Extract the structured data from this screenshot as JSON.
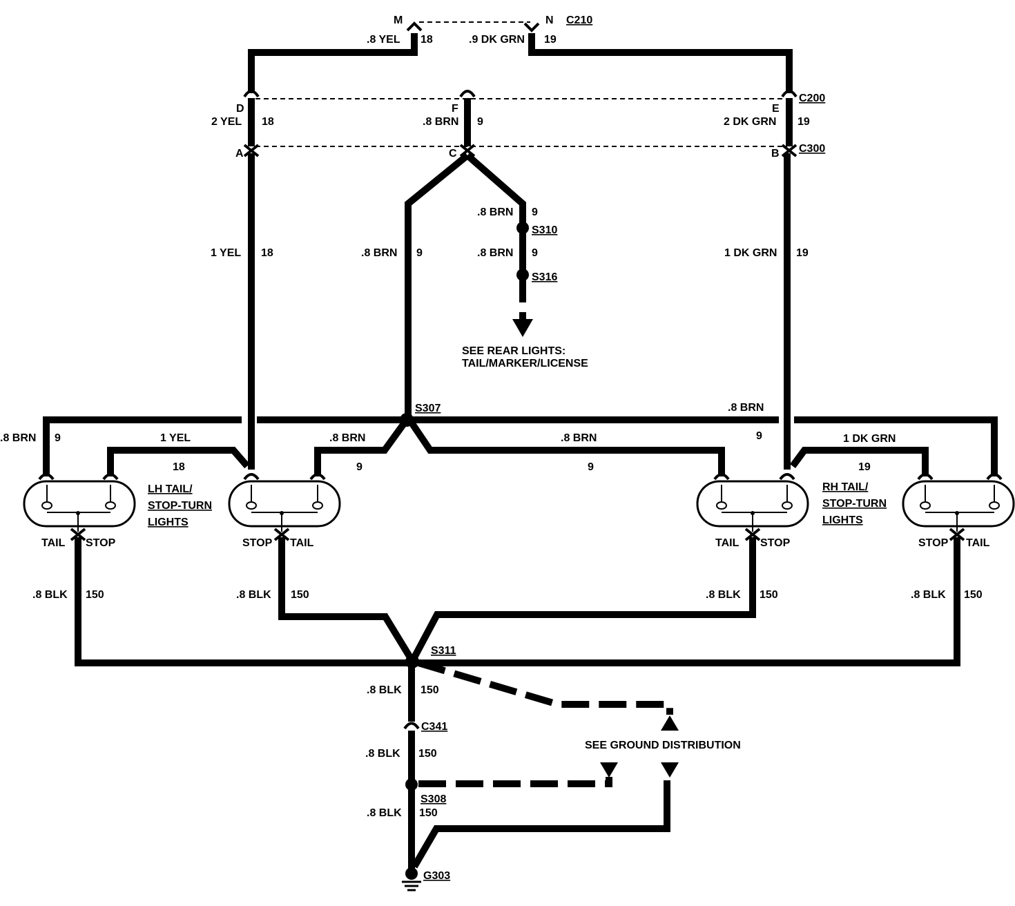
{
  "connectors": {
    "c210": "C210",
    "c200": "C200",
    "c300": "C300",
    "c341": "C341",
    "pin_m": "M",
    "pin_n": "N",
    "pin_d": "D",
    "pin_f": "F",
    "pin_e": "E",
    "pin_a": "A",
    "pin_c": "C",
    "pin_b": "B"
  },
  "splices": {
    "s310": "S310",
    "s316": "S316",
    "s307": "S307",
    "s311": "S311",
    "s308": "S308"
  },
  "ground": {
    "g303": "G303"
  },
  "wires": {
    "yel_08": ".8 YEL",
    "ckt_18": "18",
    "dkgrn_09": ".9 DK GRN",
    "ckt_19": "19",
    "yel_2": "2 YEL",
    "brn_08": ".8 BRN",
    "ckt_9": "9",
    "dkgrn_2": "2 DK GRN",
    "yel_1": "1 YEL",
    "dkgrn_1": "1 DK GRN",
    "blk_08": ".8 BLK",
    "ckt_150": "150"
  },
  "lamps": {
    "lh_title": [
      "LH TAIL/",
      "STOP-TURN",
      "LIGHTS"
    ],
    "rh_title": [
      "RH TAIL/",
      "STOP-TURN",
      "LIGHTS"
    ],
    "tail": "TAIL",
    "stop": "STOP"
  },
  "notes": {
    "rear_lights": [
      "SEE REAR LIGHTS:",
      "TAIL/MARKER/LICENSE"
    ],
    "ground_distribution": "SEE GROUND DISTRIBUTION"
  }
}
